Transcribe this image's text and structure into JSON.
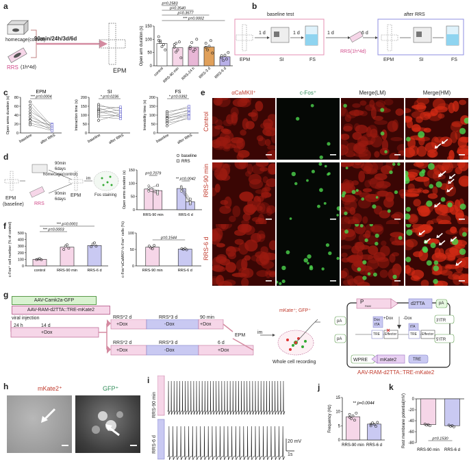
{
  "panels": {
    "a": "a",
    "b": "b",
    "c": "c",
    "d": "d",
    "e": "e",
    "f": "f",
    "g": "g",
    "h": "h",
    "i": "i",
    "j": "j",
    "k": "k"
  },
  "colors": {
    "pink": "#e89ac0",
    "lavender": "#a8a8e8",
    "orange": "#d9964a",
    "red_text": "#c0392b",
    "green_text": "#2e8b57"
  },
  "panel_a": {
    "homecage": "homecage(control)",
    "rrs": "RRS",
    "rrs_sub": "(1h*4d)",
    "arrow_label": "90min/24h/3d/6d",
    "epm": "EPM",
    "ylabel": "Open arm duration (s)",
    "pvalues": [
      "p=0.2583",
      "p=0.3540",
      "p=0.3677",
      "p=0.0002"
    ],
    "stars": "***"
  },
  "panel_b": {
    "baseline_title": "baseline test",
    "after_title": "after RRS",
    "d1a": "1 d",
    "d1b": "1 d",
    "d1c": "1 d",
    "d6": "6 d",
    "rrs": "RRS(1h*4d)",
    "epm": "EPM",
    "si": "SI",
    "fs": "FS",
    "epm2": "EPM",
    "si2": "SI",
    "fs2": "FS"
  },
  "panel_c": {
    "titles": [
      "EPM",
      "SI",
      "FS"
    ],
    "ylabels": [
      "Open arms duration (s)",
      "Interaction time (s)",
      "Immobility time (s)"
    ],
    "p1": "p=0.0004",
    "p2": "p=0.0236",
    "p3": "p=0.0392",
    "s1": "***",
    "s2": "*",
    "s3": "*",
    "xbase": "baseline",
    "xafter": "after RRS"
  },
  "panel_d": {
    "homecage": "homecage(control)",
    "t90": "90min",
    "t6": "6days",
    "t90b": "90min",
    "t6b": "6days",
    "rrs": "RRS",
    "epm_base": "EPM",
    "epm_base2": "(baseline)",
    "epm": "EPM",
    "im": "im",
    "fos": "Fos staining",
    "legend_base": "baseline",
    "legend_rrs": "RRS",
    "ylabel": "Open arms duration (s)",
    "p1": "p=0.7079",
    "p2": "p=0.0042",
    "stars": "**",
    "x1": "RRS-90 min",
    "x2": "RRS-6 d"
  },
  "panel_e": {
    "headers": [
      "αCaMKII⁺",
      "c-Fos⁺",
      "Merge(LM)",
      "Merge(HM)"
    ],
    "rows": [
      "Control",
      "RRS-90 min",
      "RRS-6 d"
    ]
  },
  "panel_f": {
    "ylabel1": "c-Fos⁺ cell number (% of control)",
    "ylabel2": "c-Fos⁺αCaMKII⁺/c-Fos⁺ cells (%)",
    "p1": "p=0.0001",
    "p2": "p=0.0003",
    "p3": "p=0.1544",
    "s1": "***",
    "s2": "***",
    "x": [
      "control",
      "RRS-90 min",
      "RRS-6 d"
    ],
    "x2": [
      "RRS-90 min",
      "RRS-6 d"
    ]
  },
  "panel_g": {
    "aav1": "AAV-Camk2a-GFP",
    "aav2": "AAV-RAM-d2TTA::TRE-mKate2",
    "viral": "viral injection",
    "h24": "24 h",
    "d14": "14 d",
    "dox": "+Dox",
    "r1": [
      "RRS*2 d",
      "RRS*3 d",
      "90 min"
    ],
    "r1b": [
      "+Dox",
      "-Dox",
      "+Dox"
    ],
    "r2": [
      "RRS*2 d",
      "RRS*3 d",
      "6 d"
    ],
    "r2b": [
      "+Dox",
      "-Dox",
      "+Dox"
    ],
    "epm": "EPM",
    "im": "im",
    "wcr": "Whole cell recording",
    "mkate": "mKate⁺; GFP⁺",
    "p_ram": "P",
    "ram": "RAM",
    "d2tta": "d2TTA",
    "pa": "pA",
    "itr3": "3'ITR",
    "itr5": "5'ITR",
    "wpre": "WPRE",
    "mkate2": "mKate2",
    "tre": "TRE",
    "pa2": "pA",
    "pa3": "pA",
    "dox_plus": "+Dox",
    "dox_minus": "-Dox",
    "dox_tta": "Dox",
    "tta": "tTA",
    "tta2": "tTA",
    "effector1": "Effector",
    "effector2": "Effector",
    "tre1": "TRE",
    "tre2": "TRE",
    "construct": "AAV-RAM-d2TTA::TRE-mKate2"
  },
  "panel_h": {
    "l1": "mKate2⁺",
    "l2": "GFP⁺"
  },
  "panel_i": {
    "rows": [
      "RRS-90 min",
      "RRS-6 d"
    ],
    "scale_v": "20 mV",
    "scale_t": "1s"
  },
  "panel_j": {
    "ylabel": "Frequency (Hz)",
    "p": "p=0.0044",
    "stars": "**",
    "x": [
      "RRS-90 min",
      "RRS-6 d"
    ]
  },
  "panel_k": {
    "ylabel": "Rest membrane potential(mV)",
    "p": "p=0.1530",
    "x": [
      "RRS-90 min",
      "RRS-6 d"
    ]
  },
  "chart_data": [
    {
      "id": "a",
      "type": "bar",
      "categories": [
        "control",
        "RRS-90 min",
        "RRS-24 h",
        "RRS-3 d",
        "RRS-6 d"
      ],
      "values": [
        84,
        68,
        70,
        71,
        34
      ],
      "ylim": [
        0,
        150
      ],
      "yticks": [
        "0",
        "50",
        "100",
        "150"
      ],
      "ylabel": "Open arm duration (s)"
    },
    {
      "id": "c1",
      "type": "line",
      "x": [
        "baseline",
        "after RRS"
      ],
      "ylim": [
        0,
        80
      ],
      "yticks": [
        "0",
        "20",
        "40",
        "60",
        "80"
      ],
      "ylabel": "Open arms duration (s)",
      "pairs": [
        [
          70,
          15
        ],
        [
          62,
          10
        ],
        [
          55,
          12
        ],
        [
          48,
          20
        ],
        [
          42,
          8
        ],
        [
          36,
          14
        ],
        [
          30,
          6
        ],
        [
          28,
          18
        ],
        [
          22,
          10
        ],
        [
          18,
          5
        ]
      ]
    },
    {
      "id": "c2",
      "type": "line",
      "x": [
        "baseline",
        "after RRS"
      ],
      "ylim": [
        0,
        200
      ],
      "yticks": [
        "0",
        "50",
        "100",
        "150",
        "200"
      ],
      "ylabel": "Interaction time (s)",
      "pairs": [
        [
          160,
          120
        ],
        [
          150,
          140
        ],
        [
          140,
          100
        ],
        [
          130,
          145
        ],
        [
          125,
          110
        ],
        [
          120,
          90
        ],
        [
          110,
          130
        ],
        [
          100,
          95
        ],
        [
          90,
          80
        ],
        [
          70,
          105
        ]
      ]
    },
    {
      "id": "c3",
      "type": "line",
      "x": [
        "baseline",
        "after RRS"
      ],
      "ylim": [
        0,
        200
      ],
      "yticks": [
        "0",
        "50",
        "100",
        "150",
        "200"
      ],
      "ylabel": "Immobility time (s)",
      "pairs": [
        [
          120,
          140
        ],
        [
          110,
          150
        ],
        [
          100,
          125
        ],
        [
          90,
          130
        ],
        [
          85,
          100
        ],
        [
          80,
          115
        ],
        [
          70,
          95
        ],
        [
          60,
          110
        ],
        [
          55,
          80
        ],
        [
          40,
          90
        ]
      ]
    },
    {
      "id": "d",
      "type": "bar",
      "categories": [
        "RRS-90 min",
        "RRS-6 d"
      ],
      "series": [
        {
          "name": "baseline",
          "values": [
            78,
            80
          ]
        },
        {
          "name": "RRS",
          "values": [
            72,
            30
          ]
        }
      ],
      "ylim": [
        0,
        150
      ],
      "yticks": [
        "0",
        "50",
        "100",
        "150"
      ],
      "ylabel": "Open arms duration (s)"
    },
    {
      "id": "f1",
      "type": "bar",
      "categories": [
        "control",
        "RRS-90 min",
        "RRS-6 d"
      ],
      "values": [
        100,
        285,
        310
      ],
      "ylim": [
        0,
        500
      ],
      "yticks": [
        "0",
        "100",
        "200",
        "300",
        "400",
        "500"
      ]
    },
    {
      "id": "f2",
      "type": "bar",
      "categories": [
        "RRS-90 min",
        "RRS-6 d"
      ],
      "values": [
        57,
        51
      ],
      "ylim": [
        0,
        100
      ],
      "yticks": [
        "0",
        "50",
        "100"
      ]
    },
    {
      "id": "j",
      "type": "bar",
      "categories": [
        "RRS-90 min",
        "RRS-6 d"
      ],
      "values": [
        8.2,
        5.6
      ],
      "ylim": [
        0,
        15
      ],
      "yticks": [
        "0",
        "5",
        "10",
        "15"
      ],
      "ylabel": "Frequency (Hz)"
    },
    {
      "id": "k",
      "type": "bar",
      "categories": [
        "RRS-90 min",
        "RRS-6 d"
      ],
      "values": [
        -47,
        -49
      ],
      "ylim": [
        -80,
        0
      ],
      "yticks": [
        "0",
        "-20",
        "-40",
        "-60",
        "-80"
      ],
      "ylabel": "Rest membrane potential(mV)"
    }
  ]
}
